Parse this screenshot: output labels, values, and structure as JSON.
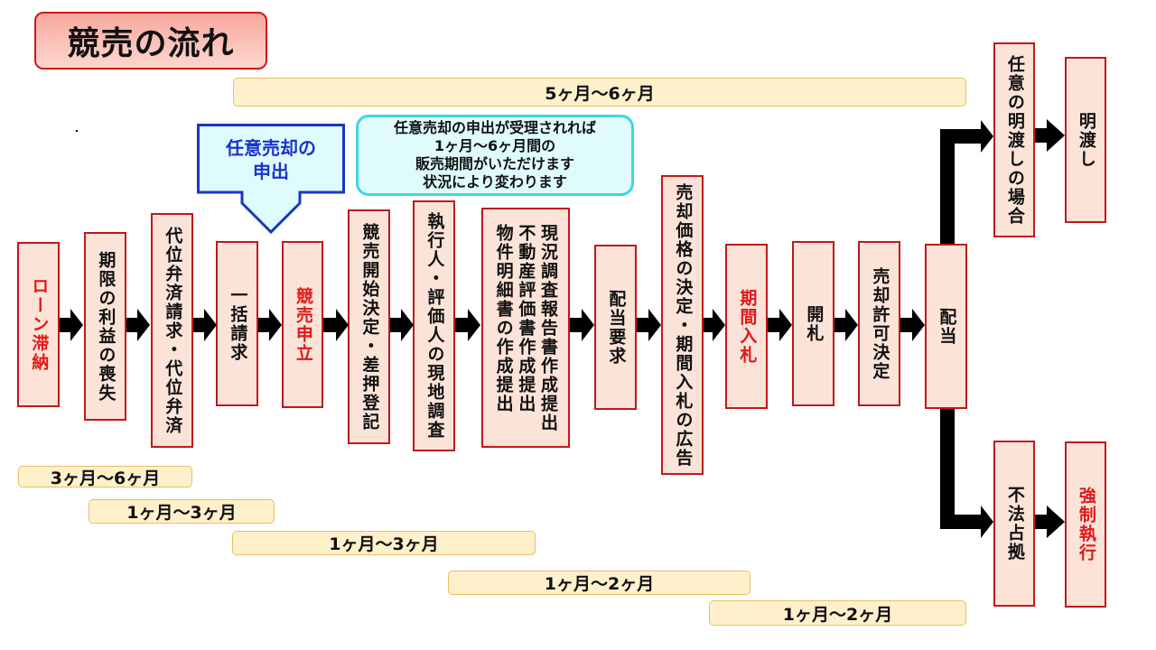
{
  "title": "競売の流れ",
  "top_period": "5ヶ月〜6ヶ月",
  "callout": {
    "line1": "任意売却の",
    "line2": "申出",
    "color": "#1a35c8"
  },
  "note": {
    "lines": [
      "任意売却の申出が受理されれば",
      "1ヶ月〜6ヶ月間の",
      "販売期間がいただけます",
      "状況により変わります"
    ]
  },
  "steps": [
    {
      "label": "ローン滞納",
      "highlight": true
    },
    {
      "label": "期限の利益の喪失",
      "highlight": false
    },
    {
      "label": "代位弁済請求・代位弁済",
      "highlight": false
    },
    {
      "label": "一括請求",
      "highlight": false
    },
    {
      "label": "競売申立",
      "highlight": true
    },
    {
      "label": "競売開始決定・差押登記",
      "highlight": false
    },
    {
      "label": "執行人・評価人の現地調査",
      "highlight": false
    },
    {
      "label": "現況調査報告書作成提出\n不動産評価書作成提出\n物件明細書の作成提出",
      "highlight": false
    },
    {
      "label": "配当要求",
      "highlight": false
    },
    {
      "label": "売却価格の決定・期間入札の広告",
      "highlight": false
    },
    {
      "label": "期間入札",
      "highlight": true
    },
    {
      "label": "開札",
      "highlight": false
    },
    {
      "label": "売却許可決定",
      "highlight": false
    },
    {
      "label": "配当",
      "highlight": false
    }
  ],
  "branch_upper": [
    {
      "label": "任意の明渡しの場合",
      "highlight": false
    },
    {
      "label": "明渡し",
      "highlight": false
    }
  ],
  "branch_lower": [
    {
      "label": "不法占拠",
      "highlight": false
    },
    {
      "label": "強制執行",
      "highlight": true
    }
  ],
  "periods": [
    "3ヶ月〜6ヶ月",
    "1ヶ月〜3ヶ月",
    "1ヶ月〜3ヶ月",
    "1ヶ月〜2ヶ月",
    "1ヶ月〜2ヶ月"
  ],
  "colors": {
    "box_border": "#c0181a",
    "box_fill": "#fbe3d8",
    "highlight_text": "#e01818",
    "period_fill": "#fff0cc",
    "note_border": "#3cd8e0"
  }
}
